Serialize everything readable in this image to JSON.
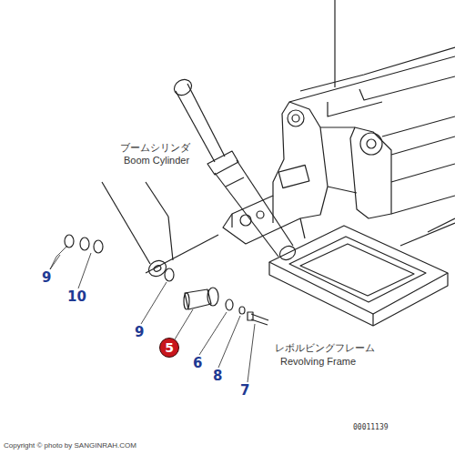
{
  "diagram": {
    "nodes": [
      {
        "text": [
          "5"
        ]
      }
    ],
    "labels": [
      "ブームシリンダ",
      "Boom Cylinder",
      "レボルビングフレーム",
      "Revolving Frame",
      "9",
      "10",
      "9",
      "6",
      "8",
      "7",
      "00011139",
      "Copyright © photo by SANGINRAH.COM"
    ]
  }
}
